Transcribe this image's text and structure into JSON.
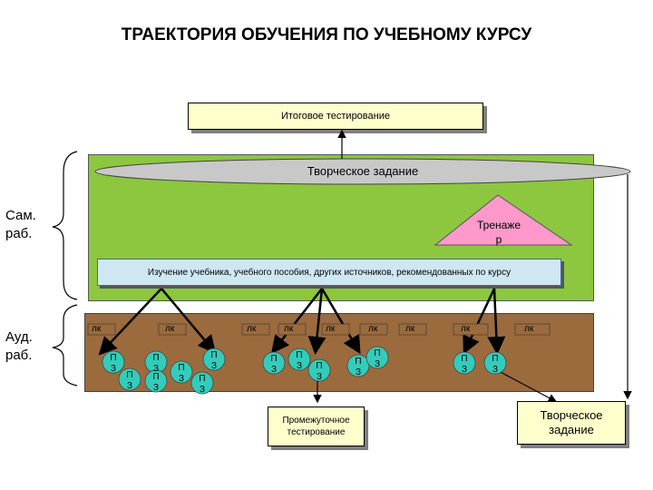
{
  "title": "ТРАЕКТОРИЯ ОБУЧЕНИЯ ПО УЧЕБНОМУ КУРСУ",
  "final_test": "Итоговое тестирование",
  "creative_task_oval": "Творческое задание",
  "trainer_line1": "Тренаже",
  "trainer_line2": "р",
  "study_materials": "Изучение учебника, учебного пособия, других источников, рекомендованных по курсу",
  "self_work_line1": "Сам.",
  "self_work_line2": "раб.",
  "class_work_line1": "Ауд.",
  "class_work_line2": "раб.",
  "lk_label": "лк",
  "pz_top": "П",
  "pz_bottom": "З",
  "intermediate_test": "Промежуточное тестирование",
  "creative_task_box": "Творческое задание",
  "colors": {
    "green_panel": "#8dc63f",
    "brown_panel": "#9b6b3d",
    "pz_circle": "#33ccbb",
    "trainer": "#ff99cc"
  }
}
